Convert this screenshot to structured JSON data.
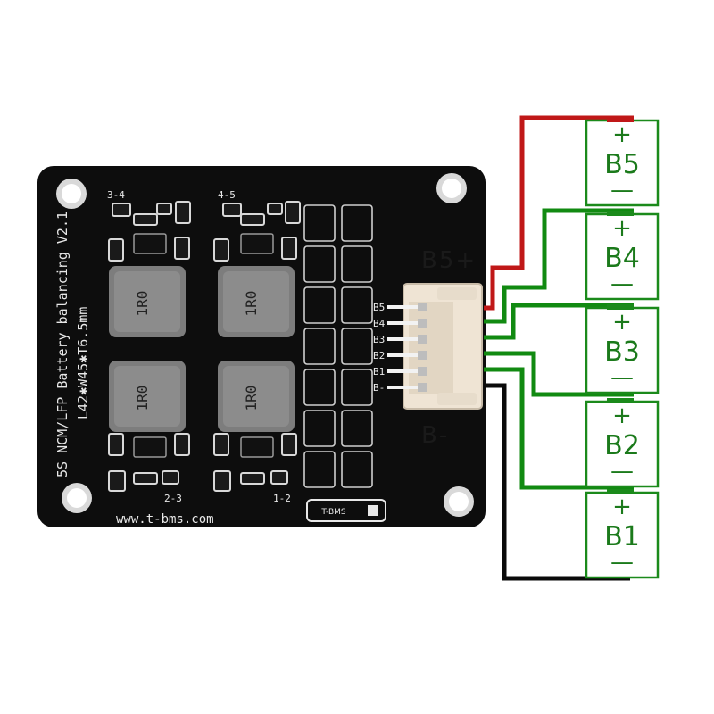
{
  "board": {
    "title_line1": "5S NCM/LFP Battery balancing V2.1",
    "title_line2": "L42✱W45✱T6.5mm",
    "website": "www.t-bms.com",
    "logo_text": "T-BMS",
    "pair_labels": [
      "3-4",
      "4-5",
      "2-3",
      "1-2"
    ],
    "inductor_marking": "1R0",
    "pin_labels": [
      "B5",
      "B4",
      "B3",
      "B2",
      "B1",
      "B-"
    ],
    "colors": {
      "pcb": "#0d0d0d",
      "silkscreen": "#e8e8e8",
      "connector": "#efe4d4"
    }
  },
  "terminals": {
    "positive": "B5+",
    "negative": "B-"
  },
  "cells": {
    "labels": [
      "B5",
      "B4",
      "B3",
      "B2",
      "B1"
    ],
    "plus_sign": "+",
    "minus_sign": "—",
    "colors": {
      "outline": "#1b8a1b",
      "text": "#1b7a1b"
    }
  },
  "wires": {
    "positive_color": "#c01818",
    "balance_color": "#118a11",
    "negative_color": "#0a0a0a"
  }
}
